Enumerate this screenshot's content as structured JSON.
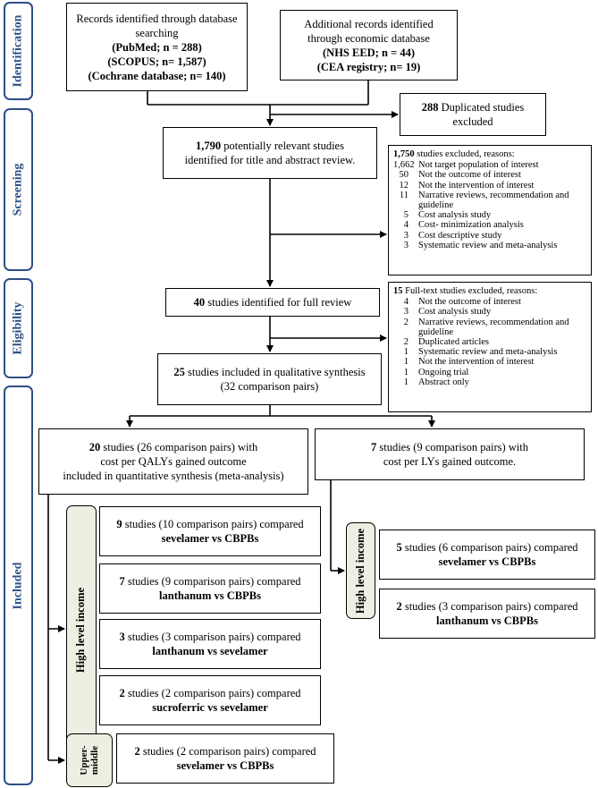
{
  "stages": {
    "identification": "Identification",
    "screening": "Screening",
    "eligibility": "Eligibility",
    "included": "Included"
  },
  "identification": {
    "database": {
      "line1": "Records identified through database",
      "line2": "searching",
      "pubmed": "(PubMed; n = 288)",
      "scopus": "(SCOPUS; n= 1,587)",
      "cochrane": "(Cochrane database; n= 140)"
    },
    "economic": {
      "line1": "Additional records identified",
      "line2": "through economic database",
      "nhs": "(NHS EED; n = 44)",
      "cea": "(CEA registry; n= 19)"
    }
  },
  "duplicates": {
    "count": "288",
    "text1": " Duplicated studies",
    "text2": "excluded"
  },
  "screened": {
    "count": "1,790",
    "text1": " potentially relevant studies",
    "text2": "identified for title and abstract review."
  },
  "screen_excluded": {
    "count": "1,750",
    "header": " studies excluded, reasons:",
    "rows": [
      {
        "n": "1,662",
        "t": "Not target population of interest"
      },
      {
        "n": "50",
        "t": "Not the outcome of interest"
      },
      {
        "n": "12",
        "t": "Not the intervention of interest"
      },
      {
        "n": "11",
        "t": "Narrative reviews, recommendation and guideline"
      },
      {
        "n": "5",
        "t": "Cost analysis study"
      },
      {
        "n": "4",
        "t": "Cost- minimization analysis"
      },
      {
        "n": "3",
        "t": "Cost descriptive study"
      },
      {
        "n": "3",
        "t": "Systematic review and meta-analysis"
      }
    ]
  },
  "full_review": {
    "count": "40",
    "text": " studies identified for full review"
  },
  "fulltext_excluded": {
    "count": "15",
    "header": " Full-text studies excluded, reasons:",
    "rows": [
      {
        "n": "4",
        "t": "Not the outcome of interest"
      },
      {
        "n": "3",
        "t": "Cost analysis study"
      },
      {
        "n": "2",
        "t": "Narrative reviews, recommendation and guideline"
      },
      {
        "n": "2",
        "t": "Duplicated articles"
      },
      {
        "n": "1",
        "t": "Systematic review and meta-analysis"
      },
      {
        "n": "1",
        "t": " Not the intervention of interest"
      },
      {
        "n": "1",
        "t": "Ongoing trial"
      },
      {
        "n": "1",
        "t": "Abstract only"
      }
    ]
  },
  "qualitative": {
    "count": "25",
    "text1": " studies included in qualitative synthesis",
    "text2": "(32 comparison pairs)"
  },
  "qaly": {
    "count": "20",
    "text1": " studies (26 comparison pairs) with",
    "text2": "cost per QALYs gained outcome",
    "text3": "included in quantitative synthesis (meta-analysis)"
  },
  "ly": {
    "count": "7",
    "text1": " studies (9 comparison pairs) with",
    "text2": "cost per LYs gained outcome."
  },
  "income": {
    "high": "High level income",
    "upper_middle": "Upper-middle"
  },
  "qaly_high": [
    {
      "count": "9",
      "text": " studies (10 comparison pairs) compared",
      "comp": "sevelamer vs CBPBs"
    },
    {
      "count": "7",
      "text": " studies (9 comparison pairs) compared",
      "comp": "lanthanum vs CBPBs"
    },
    {
      "count": "3",
      "text": " studies (3 comparison pairs) compared",
      "comp": "lanthanum vs sevelamer"
    },
    {
      "count": "2",
      "text": " studies (2 comparison pairs) compared",
      "comp": "sucroferric vs sevelamer"
    }
  ],
  "qaly_upper": {
    "count": "2",
    "text": " studies (2 comparison pairs) compared",
    "comp": "sevelamer vs CBPBs"
  },
  "ly_high": [
    {
      "count": "5",
      "text": " studies (6 comparison pairs) compared",
      "comp": "sevelamer vs CBPBs"
    },
    {
      "count": "2",
      "text": " studies (3 comparison pairs) compared",
      "comp": "lanthanum vs CBPBs"
    }
  ]
}
